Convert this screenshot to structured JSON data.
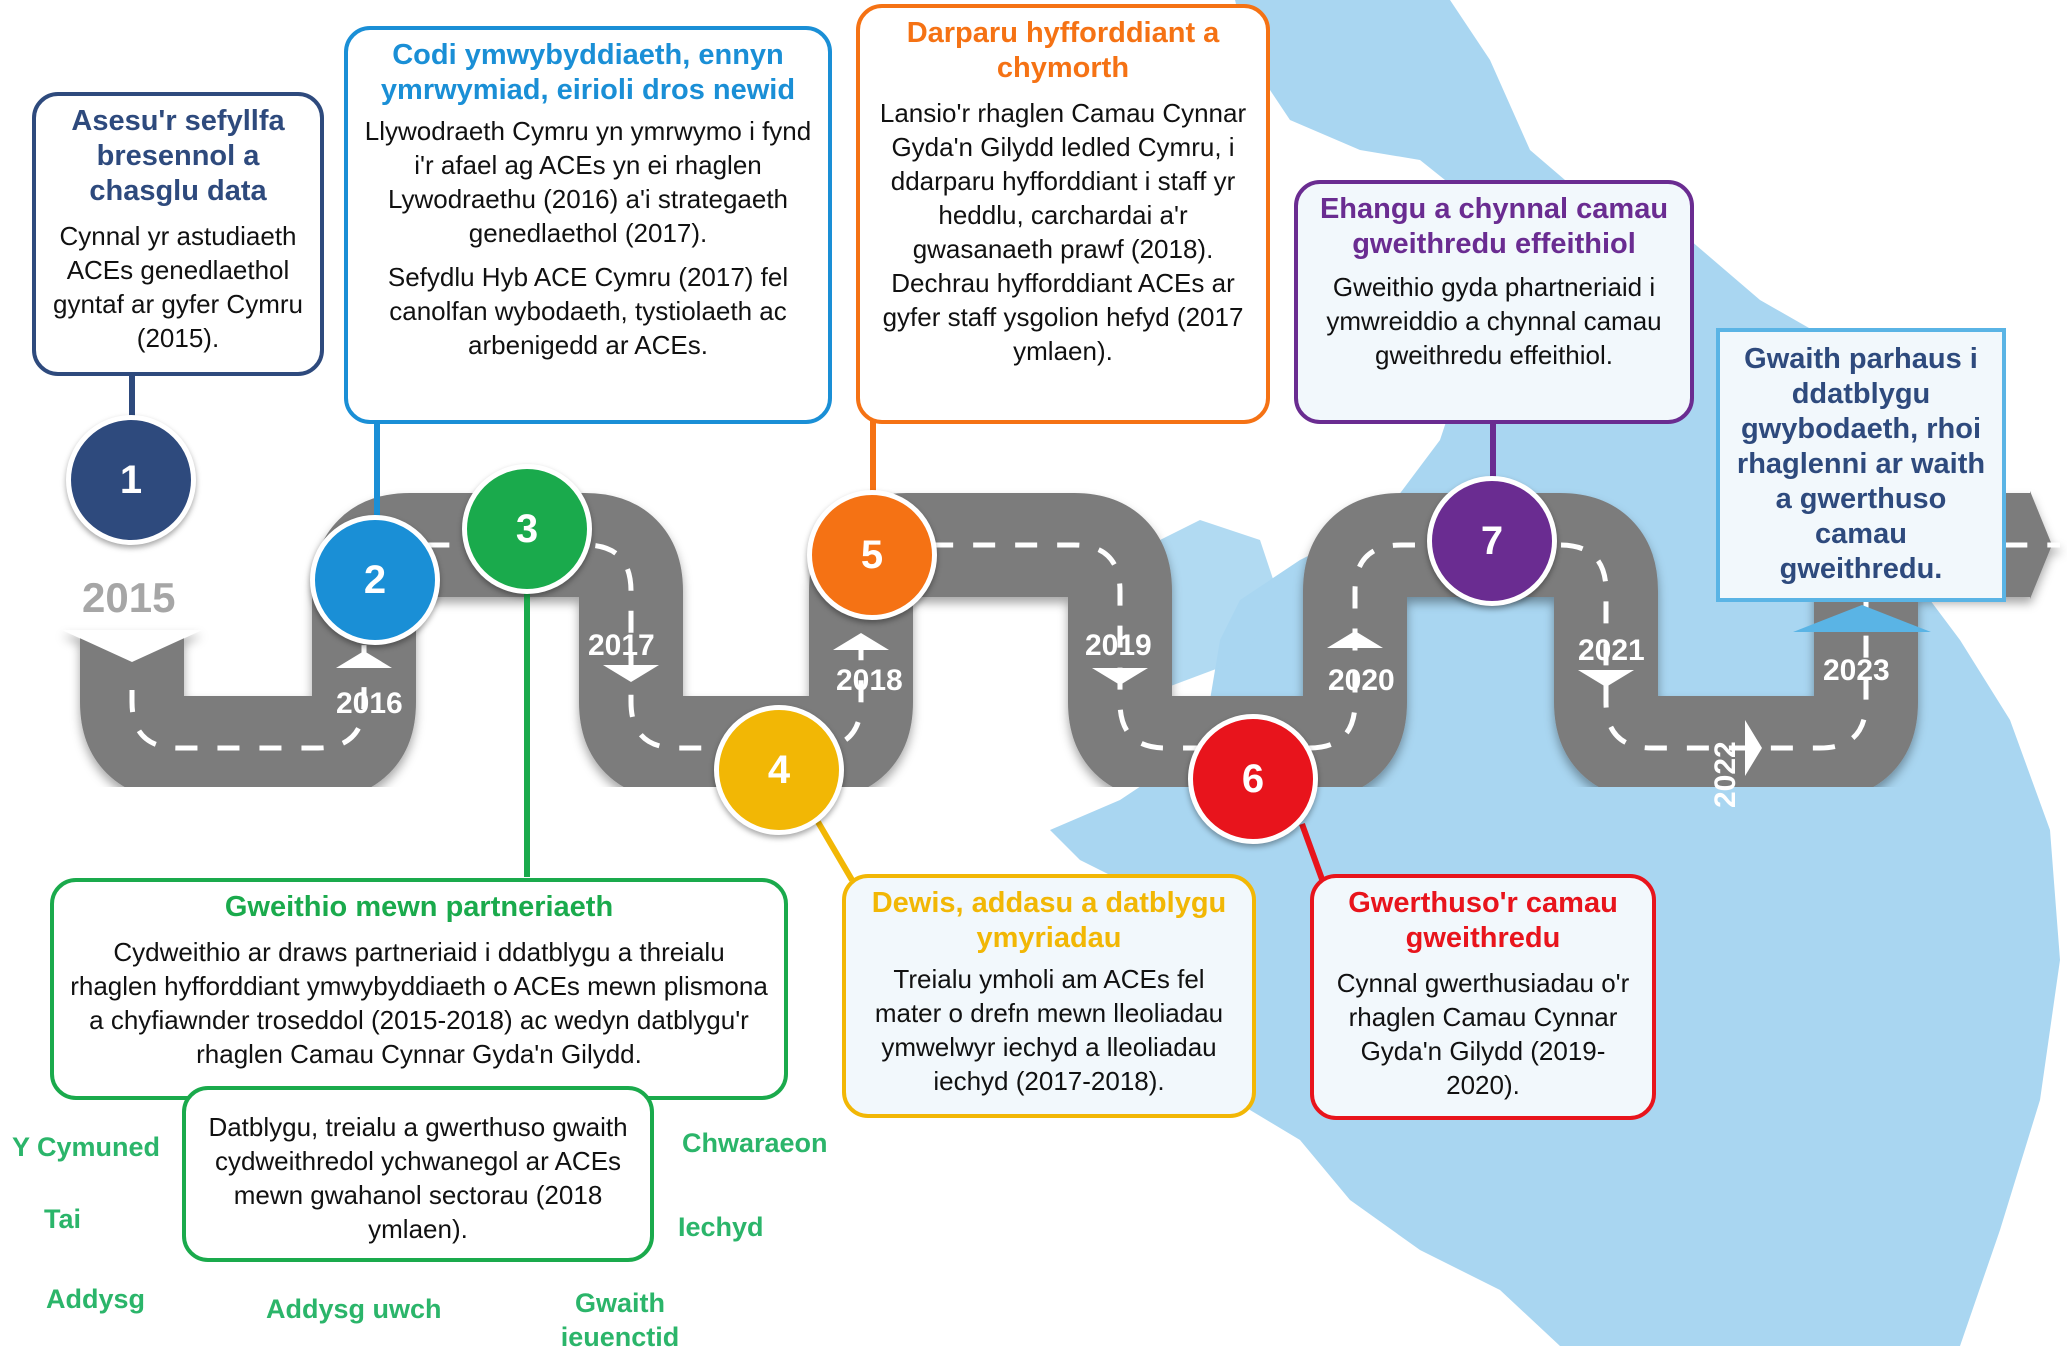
{
  "start_year": "2015",
  "years": [
    "2016",
    "2017",
    "2018",
    "2019",
    "2020",
    "2021",
    "2022",
    "2023"
  ],
  "steps": [
    {
      "num": "1",
      "title": "Asesu'r sefyllfa bresennol a chasglu data",
      "text": "Cynnal yr astudiaeth ACEs genedlaethol gyntaf ar gyfer Cymru (2015).",
      "color": "#2e4a7d"
    },
    {
      "num": "2",
      "title": "Codi ymwybyddiaeth, ennyn ymrwymiad, eirioli dros newid",
      "text": "Llywodraeth Cymru yn ymrwymo i fynd i'r afael ag ACEs yn ei rhaglen Lywodraethu (2016) a'i strategaeth genedlaethol (2017).",
      "text2": "Sefydlu Hyb ACE Cymru (2017) fel canolfan wybodaeth, tystiolaeth ac arbenigedd ar ACEs.",
      "color": "#1a8fd6"
    },
    {
      "num": "3",
      "title": "Gweithio mewn partneriaeth",
      "text": "Cydweithio ar draws partneriaid i ddatblygu a threialu rhaglen hyfforddiant ymwybyddiaeth o ACEs mewn plismona a chyfiawnder troseddol (2015-2018) ac wedyn datblygu'r rhaglen Camau Cynnar Gyda'n Gilydd.",
      "color": "#1aaa4c"
    },
    {
      "num": "4",
      "title": "Dewis, addasu a datblygu ymyriadau",
      "text": "Treialu ymholi am ACEs fel mater o drefn mewn lleoliadau ymwelwyr iechyd a lleoliadau iechyd (2017-2018).",
      "color": "#f2b705"
    },
    {
      "num": "5",
      "title": "Darparu hyfforddiant a chymorth",
      "text": "Lansio'r rhaglen Camau Cynnar Gyda'n Gilydd ledled Cymru, i ddarparu hyfforddiant i staff yr heddlu, carchardai a'r gwasanaeth prawf (2018). Dechrau hyfforddiant ACEs ar gyfer staff ysgolion hefyd (2017 ymlaen).",
      "color": "#f57214"
    },
    {
      "num": "6",
      "title": "Gwerthuso'r camau gweithredu",
      "text": "Cynnal gwerthusiadau o'r rhaglen Camau Cynnar Gyda'n Gilydd (2019-2020).",
      "color": "#e8141c"
    },
    {
      "num": "7",
      "title": "Ehangu a chynnal camau gweithredu effeithiol",
      "text": "Gweithio gyda phartneriaid i ymwreiddio a chynnal camau gweithredu effeithiol.",
      "color": "#6a2c91"
    }
  ],
  "future": {
    "text": "Gwaith parhaus i ddatblygu gwybodaeth, rhoi rhaglenni ar waith a gwerthuso camau gweithredu.",
    "color": "#2e4a7d",
    "border": "#5ab4e5"
  },
  "sub_box": {
    "text": "Datblygu, treialu a gwerthuso gwaith cydweithredol ychwanegol ar ACEs mewn gwahanol sectorau (2018 ymlaen)."
  },
  "sectors": [
    "Y Cymuned",
    "Tai",
    "Addysg",
    "Addysg uwch",
    "Gwaith ieuenctid",
    "Chwaraeon",
    "Iechyd"
  ],
  "colors": {
    "road": "#7c7c7c",
    "map": "#a9d6f1",
    "sector": "#2bb56a",
    "start_year": "#a6a6a6"
  }
}
